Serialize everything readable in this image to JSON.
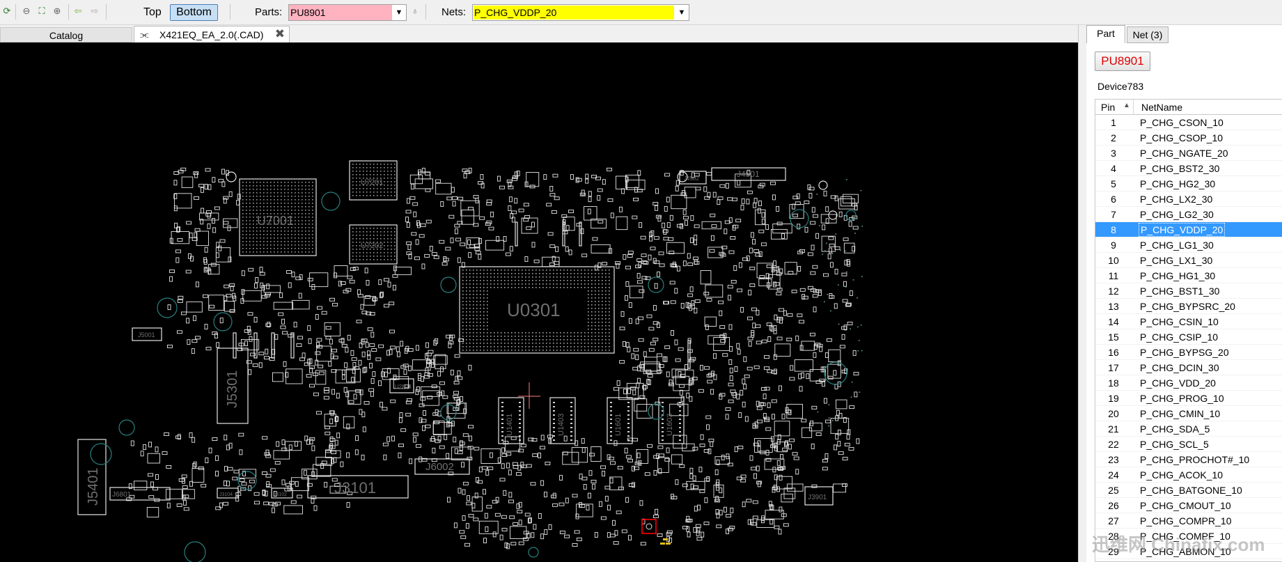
{
  "toolbar": {
    "icons": [
      "refresh-icon",
      "zoom-out-icon",
      "fit-icon",
      "zoom-in-icon",
      "back-arrow-icon",
      "forward-arrow-icon"
    ],
    "side_top_label": "Top",
    "side_bottom_label": "Bottom",
    "parts_label": "Parts:",
    "parts_value": "PU8901",
    "nets_label": "Nets:",
    "nets_value": "P_CHG_VDDP_20",
    "colors": {
      "parts_bg": "#ffb3c1",
      "nets_bg": "#ffff00",
      "active_side": "#c7dff5"
    }
  },
  "tabs": {
    "catalog": "Catalog",
    "file": "X421EQ_EA_2.0(.CAD)"
  },
  "board": {
    "components": [
      "U7001",
      "U7201",
      "U7202",
      "J4502",
      "J4501",
      "J5001",
      "U0301",
      "J5301",
      "U2803",
      "U1401",
      "U1403",
      "U1601",
      "U1603",
      "J5401",
      "J6801",
      "J3101",
      "J6002",
      "J3104",
      "J3102",
      "J3901"
    ],
    "colors": {
      "background": "#000000",
      "outline": "#e6e6e6",
      "via": "#2a8080",
      "label": "#6f6f6f",
      "selected": "#ff0000"
    }
  },
  "panel": {
    "tab_part": "Part",
    "tab_net": "Net (3)",
    "part_button": "PU8901",
    "device": "Device783",
    "col_pin": "Pin",
    "col_netname": "NetName",
    "selected_pin": "8",
    "rows": [
      {
        "pin": "1",
        "net": "P_CHG_CSON_10"
      },
      {
        "pin": "2",
        "net": "P_CHG_CSOP_10"
      },
      {
        "pin": "3",
        "net": "P_CHG_NGATE_20"
      },
      {
        "pin": "4",
        "net": "P_CHG_BST2_30"
      },
      {
        "pin": "5",
        "net": "P_CHG_HG2_30"
      },
      {
        "pin": "6",
        "net": "P_CHG_LX2_30"
      },
      {
        "pin": "7",
        "net": "P_CHG_LG2_30"
      },
      {
        "pin": "8",
        "net": "P_CHG_VDDP_20"
      },
      {
        "pin": "9",
        "net": "P_CHG_LG1_30"
      },
      {
        "pin": "10",
        "net": "P_CHG_LX1_30"
      },
      {
        "pin": "11",
        "net": "P_CHG_HG1_30"
      },
      {
        "pin": "12",
        "net": "P_CHG_BST1_30"
      },
      {
        "pin": "13",
        "net": "P_CHG_BYPSRC_20"
      },
      {
        "pin": "14",
        "net": "P_CHG_CSIN_10"
      },
      {
        "pin": "15",
        "net": "P_CHG_CSIP_10"
      },
      {
        "pin": "16",
        "net": "P_CHG_BYPSG_20"
      },
      {
        "pin": "17",
        "net": "P_CHG_DCIN_30"
      },
      {
        "pin": "18",
        "net": "P_CHG_VDD_20"
      },
      {
        "pin": "19",
        "net": "P_CHG_PROG_10"
      },
      {
        "pin": "20",
        "net": "P_CHG_CMIN_10"
      },
      {
        "pin": "21",
        "net": "P_CHG_SDA_5"
      },
      {
        "pin": "22",
        "net": "P_CHG_SCL_5"
      },
      {
        "pin": "23",
        "net": "P_CHG_PROCHOT#_10"
      },
      {
        "pin": "24",
        "net": "P_CHG_ACOK_10"
      },
      {
        "pin": "25",
        "net": "P_CHG_BATGONE_10"
      },
      {
        "pin": "26",
        "net": "P_CHG_CMOUT_10"
      },
      {
        "pin": "27",
        "net": "P_CHG_COMPR_10"
      },
      {
        "pin": "28",
        "net": "P_CHG_COMPF_10"
      },
      {
        "pin": "29",
        "net": "P_CHG_ABMON_10"
      }
    ],
    "colors": {
      "selected_row": "#3399ff",
      "part_text": "#e00000"
    }
  },
  "watermark": "迅维网 Chinafix.com"
}
